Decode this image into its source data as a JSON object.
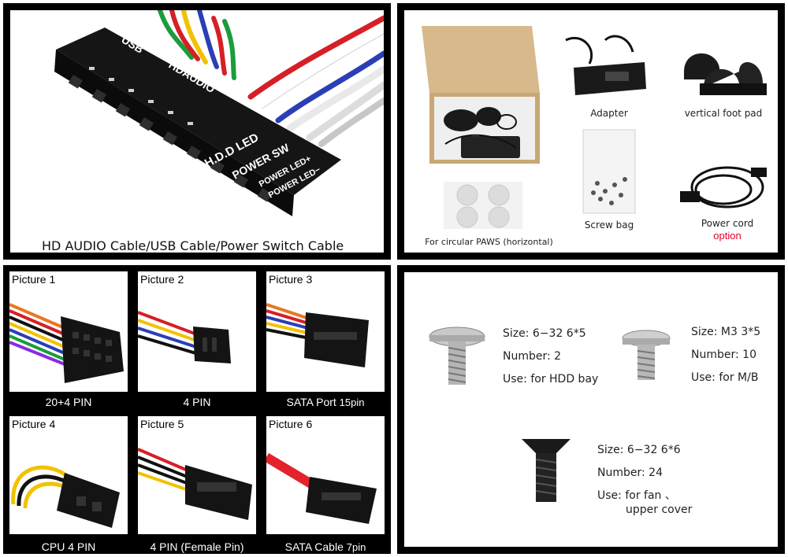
{
  "header_cable": {
    "caption": "HD AUDIO Cable/USB Cable/Power Switch Cable",
    "labels": [
      "USB",
      "HDAUDIO",
      "H.D.D LED",
      "POWER SW",
      "POWER LED+",
      "POWER LED−"
    ]
  },
  "accessories": {
    "items": [
      {
        "label": "Adapter",
        "icon": "adapter-icon"
      },
      {
        "label": "vertical foot pad",
        "icon": "foot-pad-icon"
      },
      {
        "label": "For circular PAWS (horizontal)",
        "icon": "rubber-feet-icon"
      },
      {
        "label": "Screw bag",
        "icon": "screw-bag-icon"
      },
      {
        "label": "Power cord",
        "icon": "power-cord-icon"
      }
    ],
    "option_label": "option",
    "option_color": "#e0002a"
  },
  "connectors": [
    {
      "title": "Picture 1",
      "caption": "20+4 PIN",
      "caption_sub": ""
    },
    {
      "title": "Picture 2",
      "caption": "4 PIN",
      "caption_sub": ""
    },
    {
      "title": "Picture 3",
      "caption": "SATA Port",
      "caption_sub": "15pin"
    },
    {
      "title": "Picture 4",
      "caption": "CPU 4 PIN",
      "caption_sub": ""
    },
    {
      "title": "Picture 5",
      "caption": "4 PIN (Female Pin)",
      "caption_sub": ""
    },
    {
      "title": "Picture 6",
      "caption": "SATA Cable",
      "caption_sub": "7pin"
    }
  ],
  "screws": [
    {
      "size": "Size: 6−32 6*5",
      "number": "Number: 2",
      "use": "Use: for HDD bay",
      "use2": ""
    },
    {
      "size": "Size: M3 3*5",
      "number": "Number: 10",
      "use": "Use: for M/B",
      "use2": ""
    },
    {
      "size": "Size: 6−32 6*6",
      "number": "Number: 24",
      "use": "Use: for fan 、",
      "use2": "upper cover"
    }
  ]
}
